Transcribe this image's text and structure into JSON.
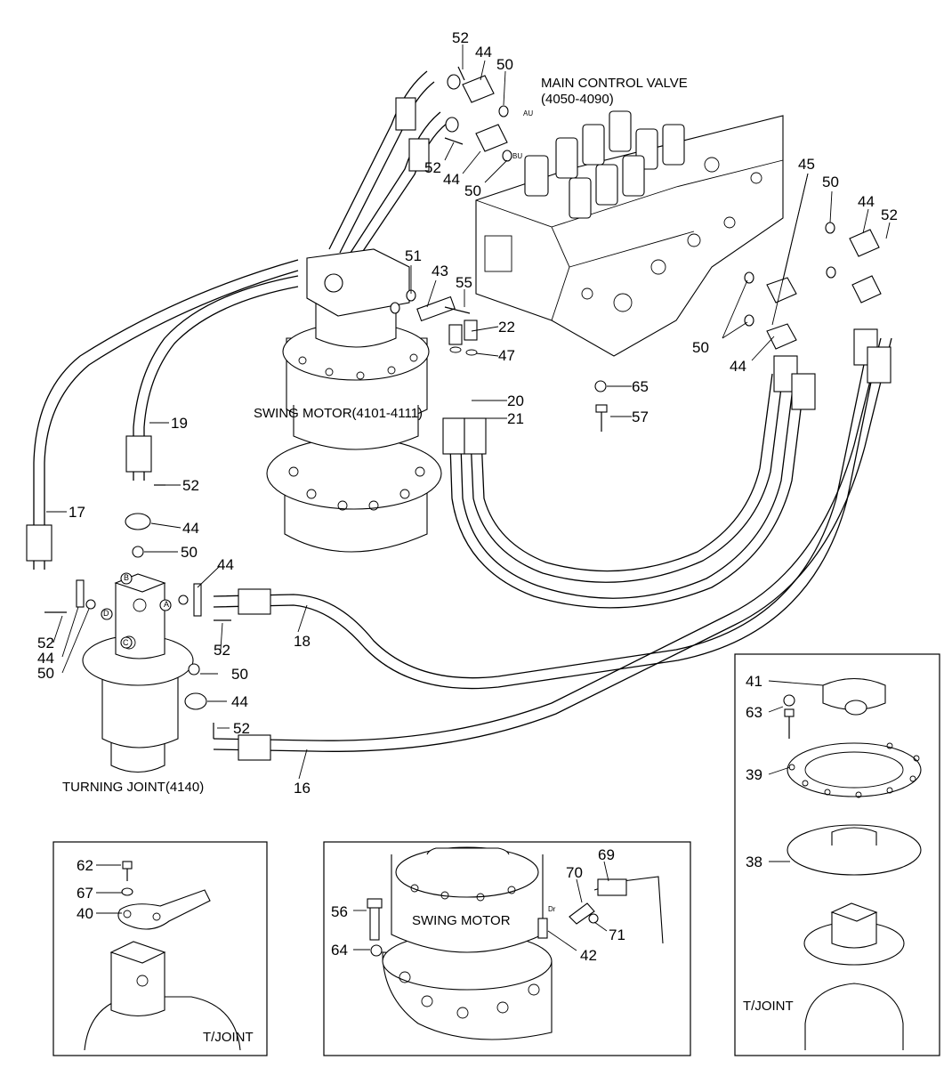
{
  "labels": {
    "main_control_valve": "MAIN CONTROL VALVE",
    "main_control_valve_ref": "(4050-4090)",
    "swing_motor": "SWING MOTOR(4101-4111)",
    "turning_joint": "TURNING JOINT(4140)",
    "inset_swing_motor": "SWING MOTOR",
    "tjoint_left": "T/JOINT",
    "tjoint_right": "T/JOINT"
  },
  "port_letters": {
    "a": "A",
    "b": "B",
    "c": "C",
    "d": "D",
    "au": "AU",
    "bu": "BU",
    "dr": "Dr"
  },
  "callouts": {
    "n52a": "52",
    "n44a": "44",
    "n50a": "50",
    "n52b": "52",
    "n44b": "44",
    "n50b": "50",
    "n45": "45",
    "n50c": "50",
    "n44c": "44",
    "n52c": "52",
    "n51": "51",
    "n43": "43",
    "n55": "55",
    "n22": "22",
    "n47": "47",
    "n50d": "50",
    "n44d": "44",
    "n65": "65",
    "n20": "20",
    "n21": "21",
    "n57": "57",
    "n19": "19",
    "n52d": "52",
    "n44e": "44",
    "n17": "17",
    "n50e": "50",
    "n44f": "44",
    "n52e": "52",
    "n44g": "44",
    "n50f": "50",
    "n52f": "52",
    "n18": "18",
    "n50g": "50",
    "n44h": "44",
    "n52g": "52",
    "n16": "16",
    "n41": "41",
    "n63": "63",
    "n39": "39",
    "n38": "38",
    "n62": "62",
    "n67": "67",
    "n40": "40",
    "n56": "56",
    "n64": "64",
    "n70": "70",
    "n69": "69",
    "n71": "71",
    "n42": "42"
  }
}
